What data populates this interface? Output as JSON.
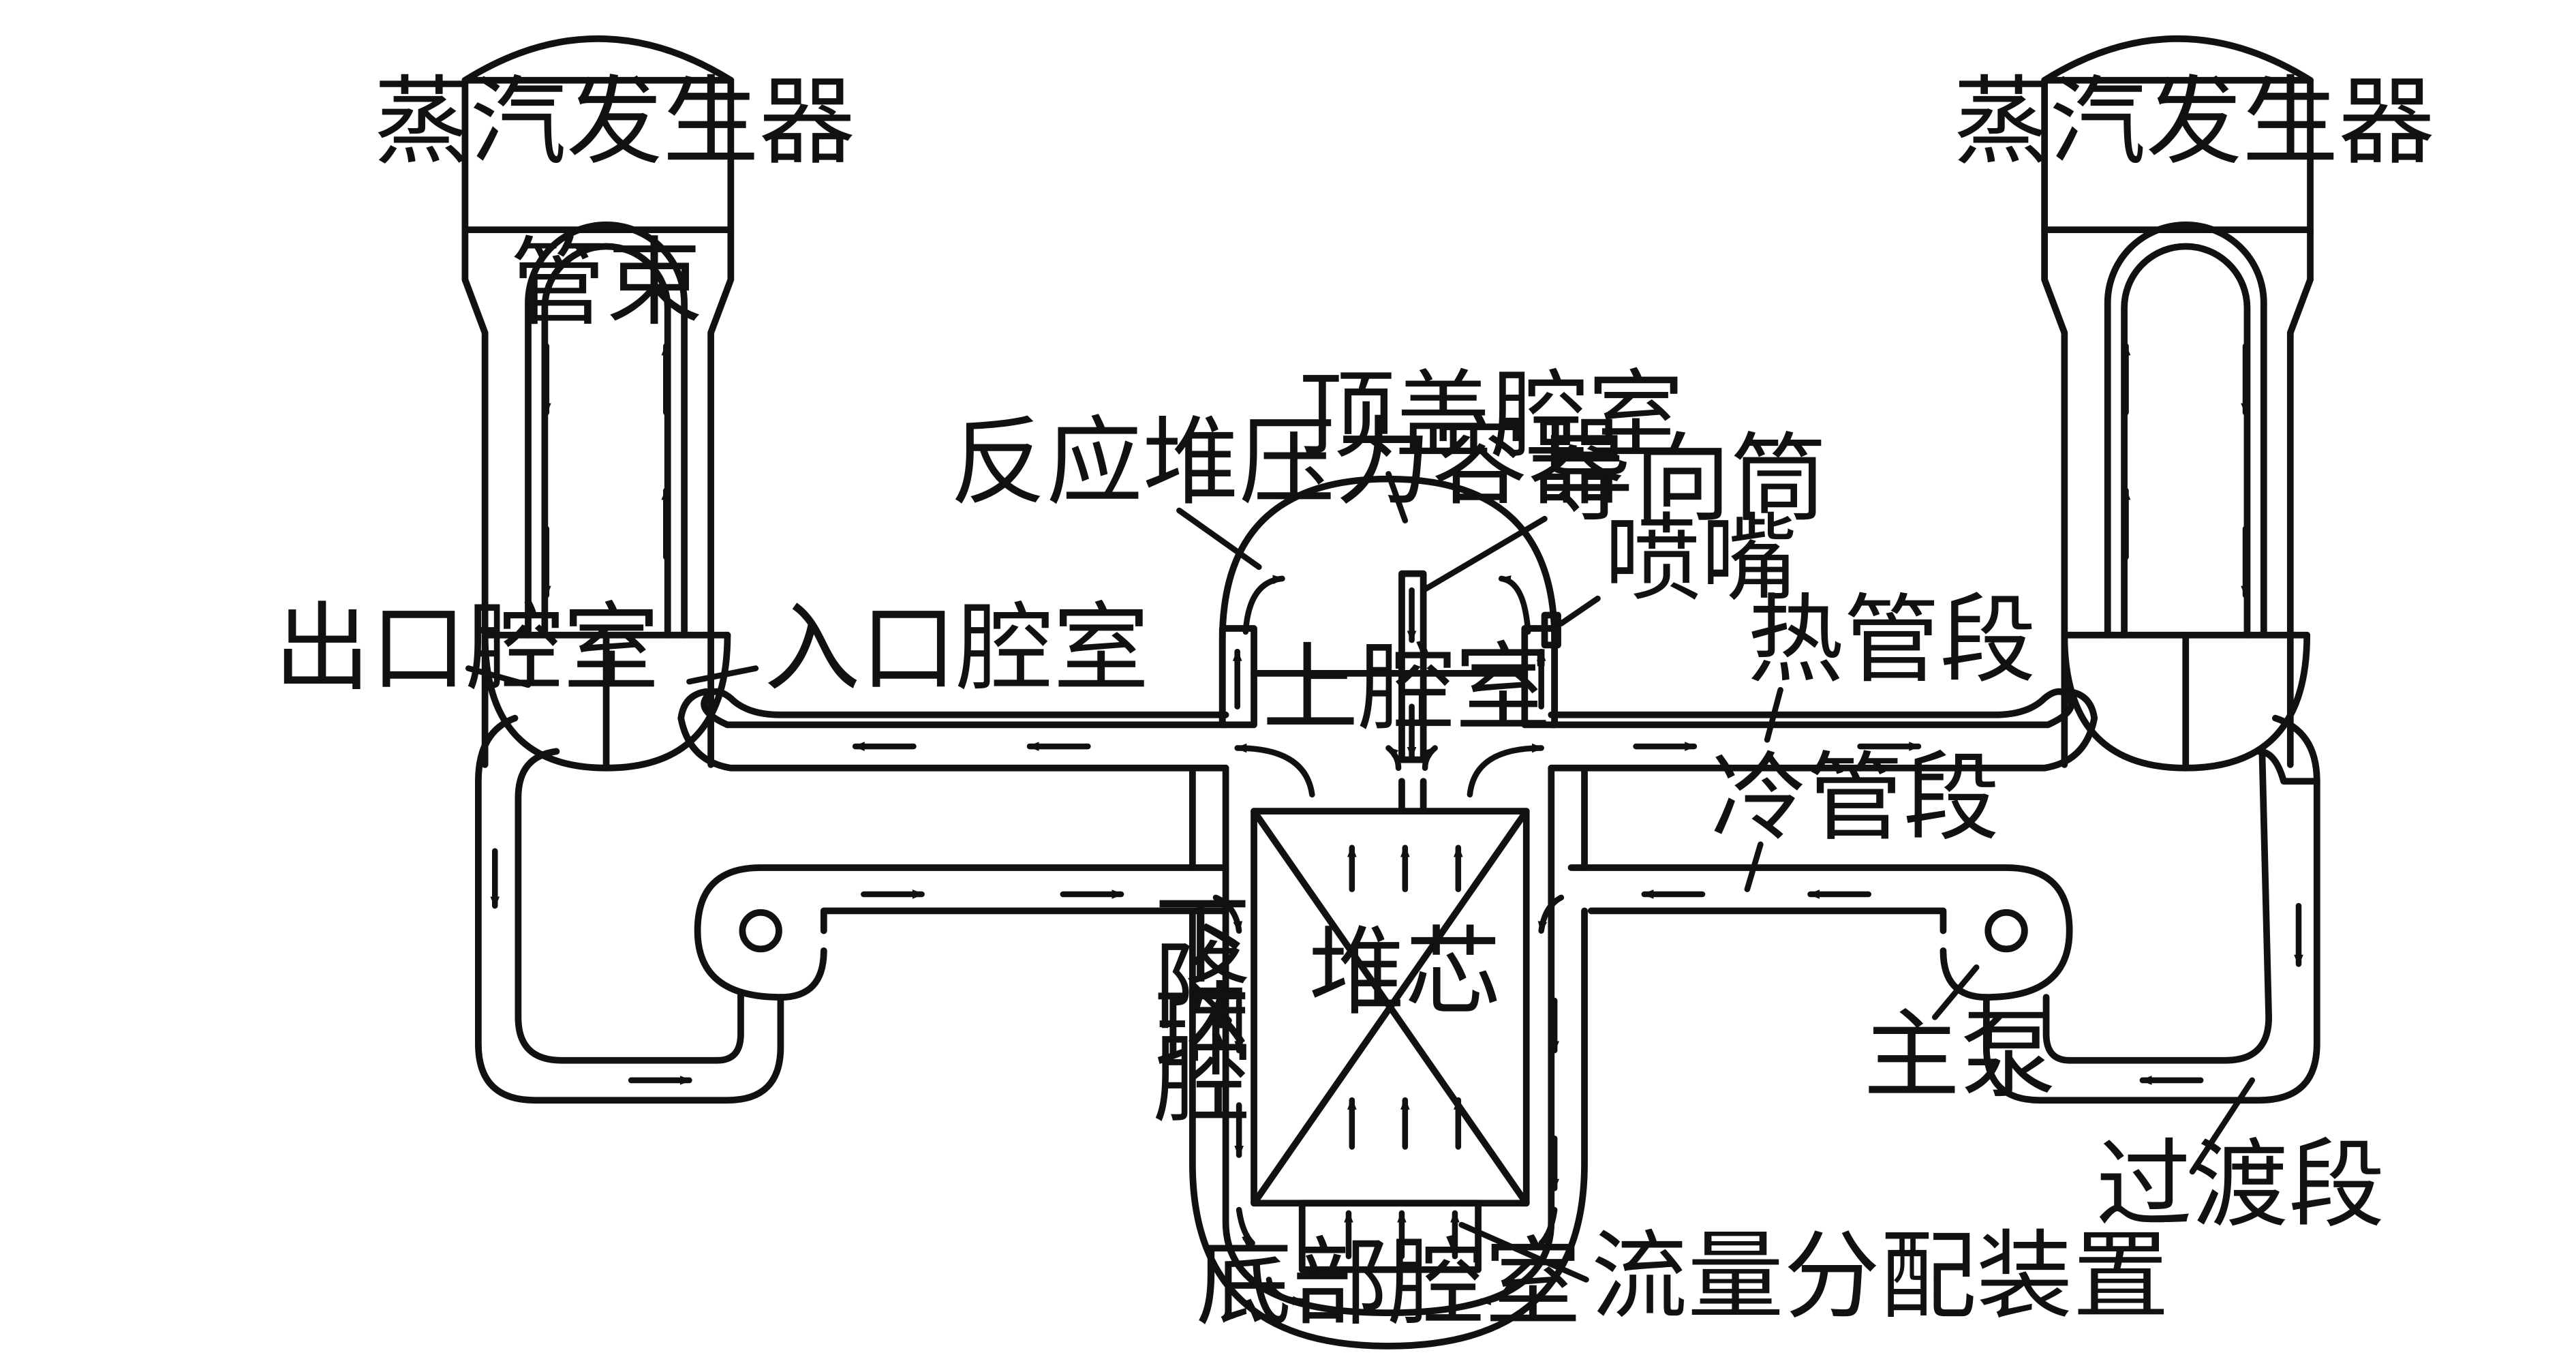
{
  "labels": {
    "sg_left": "蒸汽发生器",
    "sg_right": "蒸汽发生器",
    "tube_bundle": "管束",
    "outlet_plenum": "出口腔室",
    "inlet_plenum": "入口腔室",
    "pressure_vessel": "反应堆压力容器",
    "head_plenum": "顶盖腔室",
    "guide_tube": "导向筒",
    "nozzle": "喷嘴",
    "upper_plenum": "上腔室",
    "hot_leg": "热管段",
    "cold_leg": "冷管段",
    "core": "堆芯",
    "downcomer": [
      "下",
      "降",
      "环",
      "腔"
    ],
    "main_pump": "主泵",
    "crossover_leg": "过渡段",
    "lower_plenum": "底部腔室",
    "flow_distributor": "流量分配装置"
  },
  "colors": {
    "stroke": "#111111",
    "background": "#ffffff"
  }
}
